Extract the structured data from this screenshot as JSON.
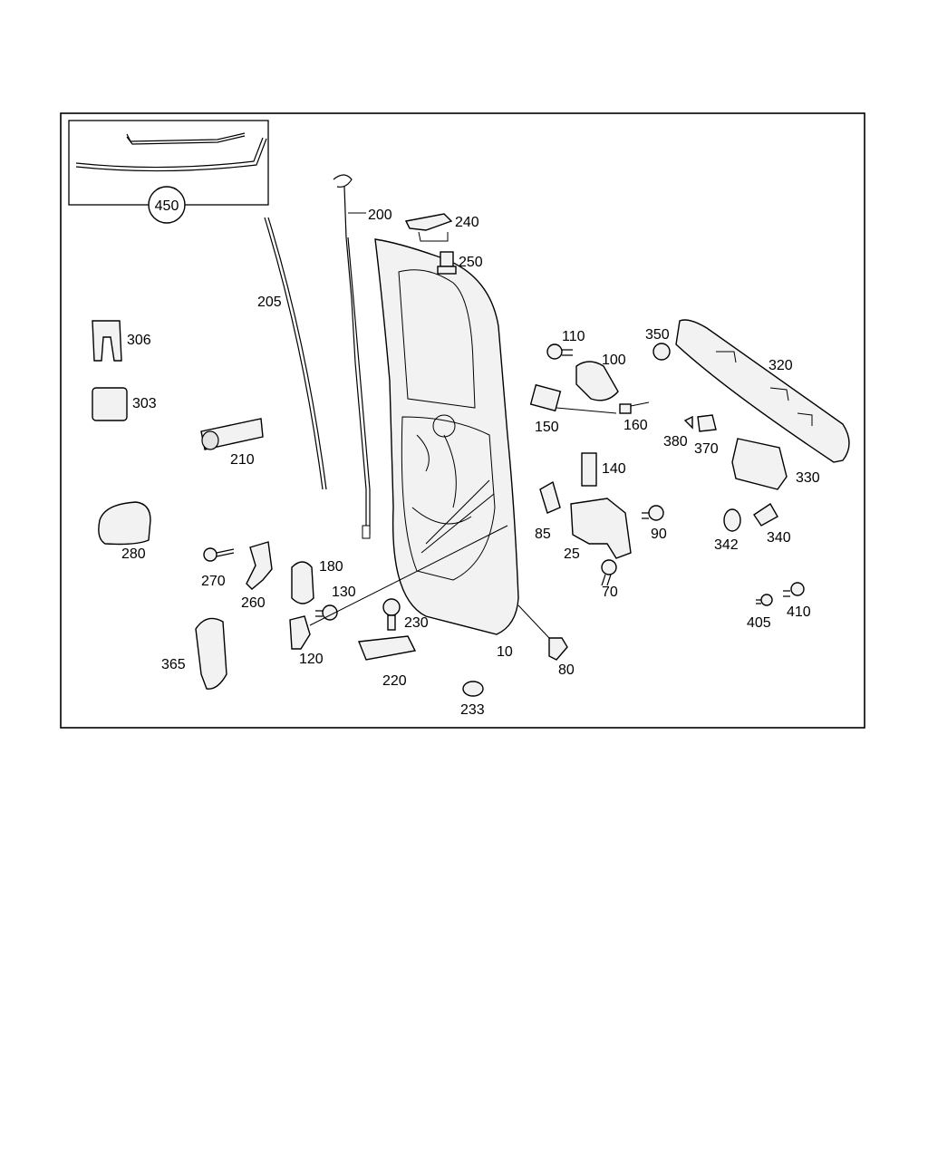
{
  "diagram": {
    "inset_callout": "450",
    "parts": [
      "10",
      "25",
      "70",
      "80",
      "85",
      "90",
      "100",
      "110",
      "120",
      "130",
      "140",
      "150",
      "160",
      "180",
      "200",
      "205",
      "210",
      "220",
      "230",
      "233",
      "240",
      "250",
      "260",
      "270",
      "280",
      "303",
      "306",
      "320",
      "330",
      "340",
      "342",
      "350",
      "365",
      "370",
      "380",
      "405",
      "410"
    ]
  }
}
